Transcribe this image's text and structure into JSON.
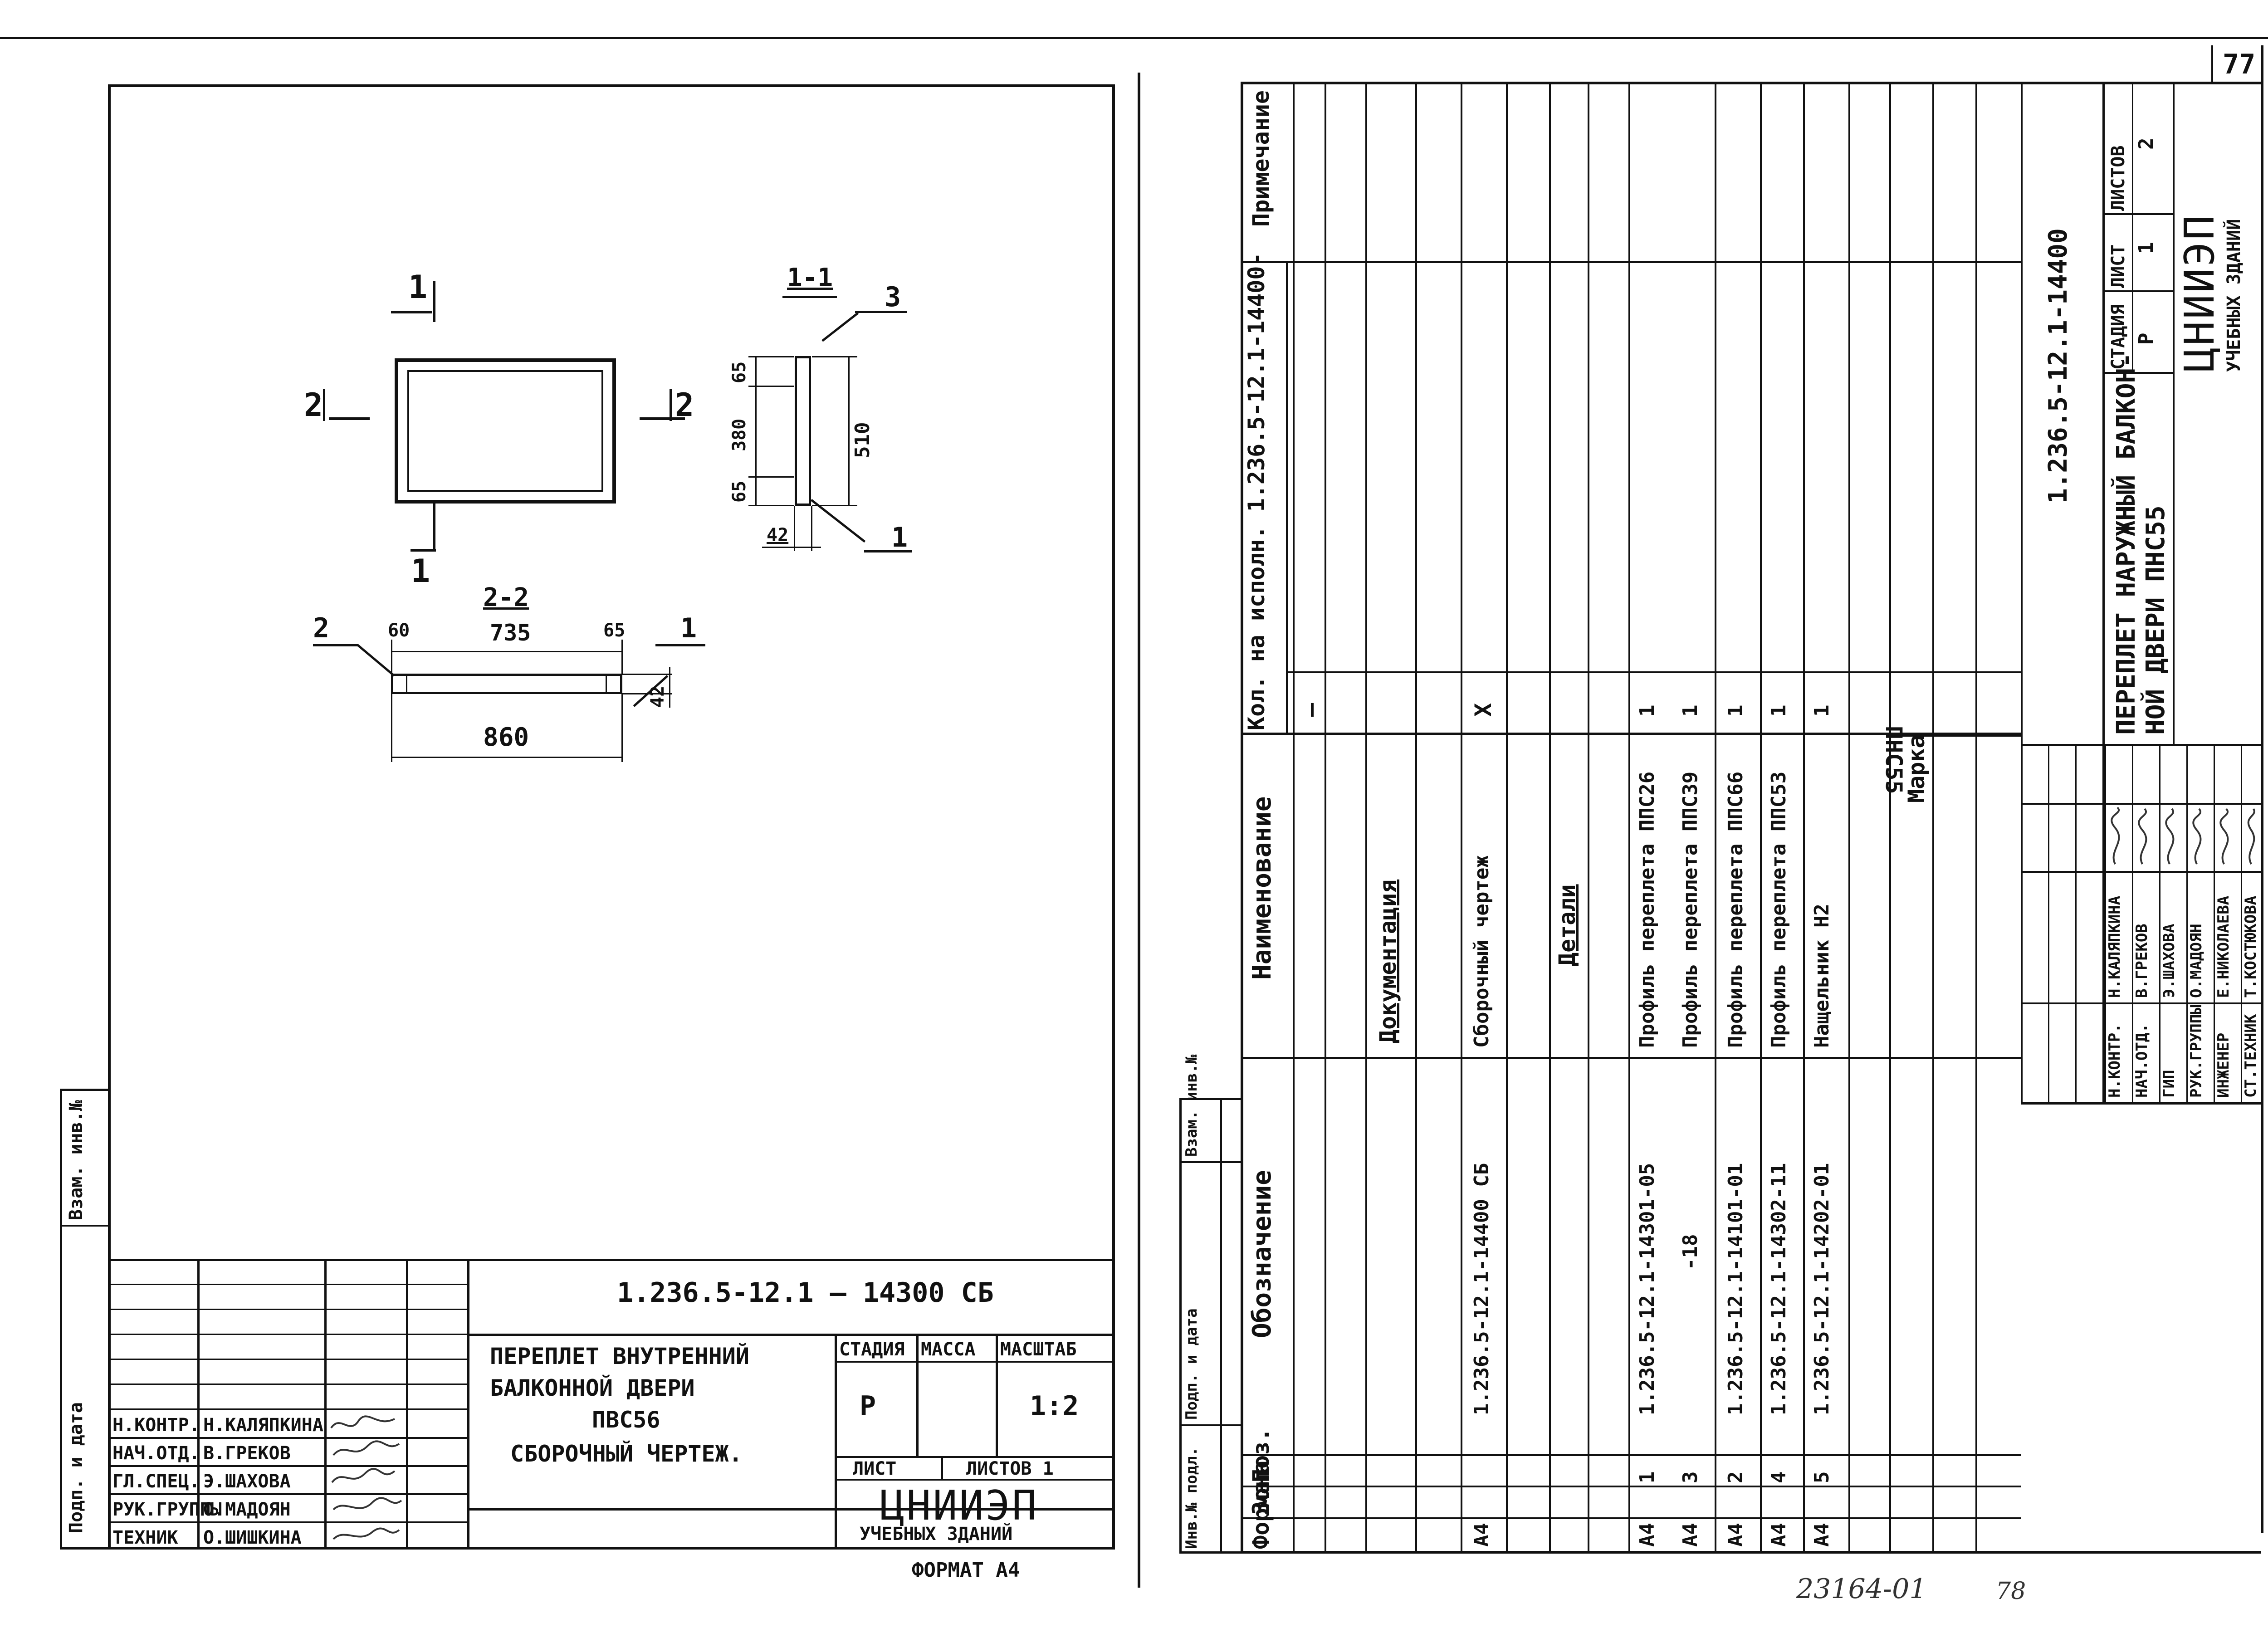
{
  "page_corner": "77",
  "bottom_stamp": "23164-01",
  "bottom_stamp_num": "78",
  "left_sheet": {
    "side_strip": [
      "Подп. и дата",
      "Взам. инв.№"
    ],
    "drawing": {
      "section_1_1": "1-1",
      "section_2_2": "2-2",
      "mark_1": "1",
      "mark_2": "2",
      "dims_1_1": [
        "65",
        "380",
        "65",
        "510",
        "42"
      ],
      "callout_1_1": [
        "3",
        "1"
      ],
      "dims_2_2": [
        "60",
        "735",
        "65",
        "860",
        "42"
      ],
      "callout_2_2": [
        "2",
        "1"
      ]
    },
    "title_block": {
      "code": "1.236.5-12.1 — 14300 СБ",
      "title_line1": "ПЕРЕПЛЕТ ВНУТРЕННИЙ",
      "title_line2": "БАЛКОННОЙ ДВЕРИ",
      "title_line3": "ПВС56",
      "title_line4": "СБОРОЧНЫЙ ЧЕРТЕЖ.",
      "col_headers": [
        "СТАДИЯ",
        "МАССА",
        "МАСШТАБ"
      ],
      "stage": "Р",
      "mass": "",
      "scale": "1:2",
      "sheet_label": "ЛИСТ",
      "sheets_label": "ЛИСТОВ 1",
      "org_name": "ЦНИИЭП",
      "org_sub": "УЧЕБНЫХ ЗДАНИЙ",
      "format": "ФОРМАТ А4",
      "staff": [
        {
          "role": "Н.КОНТР.",
          "name": "Н.КАЛЯПКИНА"
        },
        {
          "role": "НАЧ.ОТД.",
          "name": "В.ГРЕКОВ"
        },
        {
          "role": "ГЛ.СПЕЦ.",
          "name": "Э.ШАХОВА"
        },
        {
          "role": "РУК.ГРУППЫ",
          "name": "О.МАДОЯН"
        },
        {
          "role": "ТЕХНИК",
          "name": "О.ШИШКИНА"
        }
      ]
    }
  },
  "right_sheet": {
    "side_strip": [
      "Инв.№ подл.",
      "Подп. и дата",
      "Взам. инв.№"
    ],
    "headers": {
      "format": "Формат",
      "zone": "Зона",
      "pos": "Поз.",
      "designation": "Обозначение",
      "name": "Наименование",
      "qty": "Кол. на исполн. 1.236.5-12.1-14400-",
      "notes": "Примечание",
      "marka": "Марка",
      "marka_val": "ПНС55"
    },
    "rows": [
      {
        "format": "",
        "pos": "",
        "designation": "",
        "name": "Документация",
        "qty": "—",
        "section": true
      },
      {
        "format": "А4",
        "pos": "",
        "designation": "1.236.5-12.1-14400 СБ",
        "name": "Сборочный чертеж",
        "qty": "Х",
        "section": false
      },
      {
        "format": "",
        "pos": "",
        "designation": "",
        "name": "Детали",
        "qty": "",
        "section": true
      },
      {
        "format": "А4",
        "pos": "1",
        "designation": "1.236.5-12.1-14301-05",
        "name": "Профиль переплета ППС26",
        "qty": "1",
        "section": false
      },
      {
        "format": "А4",
        "pos": "3",
        "designation": "-18",
        "name": "Профиль переплета ППС39",
        "qty": "1",
        "section": false
      },
      {
        "format": "А4",
        "pos": "2",
        "designation": "1.236.5-12.1-14101-01",
        "name": "Профиль переплета ППС66",
        "qty": "1",
        "section": false
      },
      {
        "format": "А4",
        "pos": "4",
        "designation": "1.236.5-12.1-14302-11",
        "name": "Профиль переплета ППС53",
        "qty": "1",
        "section": false
      },
      {
        "format": "А4",
        "pos": "5",
        "designation": "1.236.5-12.1-14202-01",
        "name": "Нащельник Н2",
        "qty": "1",
        "section": false
      }
    ],
    "title_block": {
      "code": "1.236.5-12.1-14400",
      "title_line1": "ПЕРЕПЛЕТ НАРУЖНЫЙ БАЛКОН-",
      "title_line2": "НОЙ ДВЕРИ ПНС55",
      "col_headers": [
        "СТАДИЯ",
        "ЛИСТ",
        "ЛИСТОВ"
      ],
      "stage": "Р",
      "sheet": "1",
      "sheets": "2",
      "org_name": "ЦНИИЭП",
      "org_sub": "УЧЕБНЫХ ЗДАНИЙ",
      "staff": [
        {
          "role": "Н.КОНТР.",
          "name": "Н.КАЛЯПКИНА"
        },
        {
          "role": "НАЧ.ОТД.",
          "name": "В.ГРЕКОВ"
        },
        {
          "role": "ГИП",
          "name": "Э.ШАХОВА"
        },
        {
          "role": "РУК.ГРУППЫ",
          "name": "О.МАДОЯН"
        },
        {
          "role": "ИНЖЕНЕР",
          "name": "Е.НИКОЛАЕВА"
        },
        {
          "role": "СТ.ТЕХНИК",
          "name": "Т.КОСТЮКОВА"
        }
      ]
    }
  }
}
